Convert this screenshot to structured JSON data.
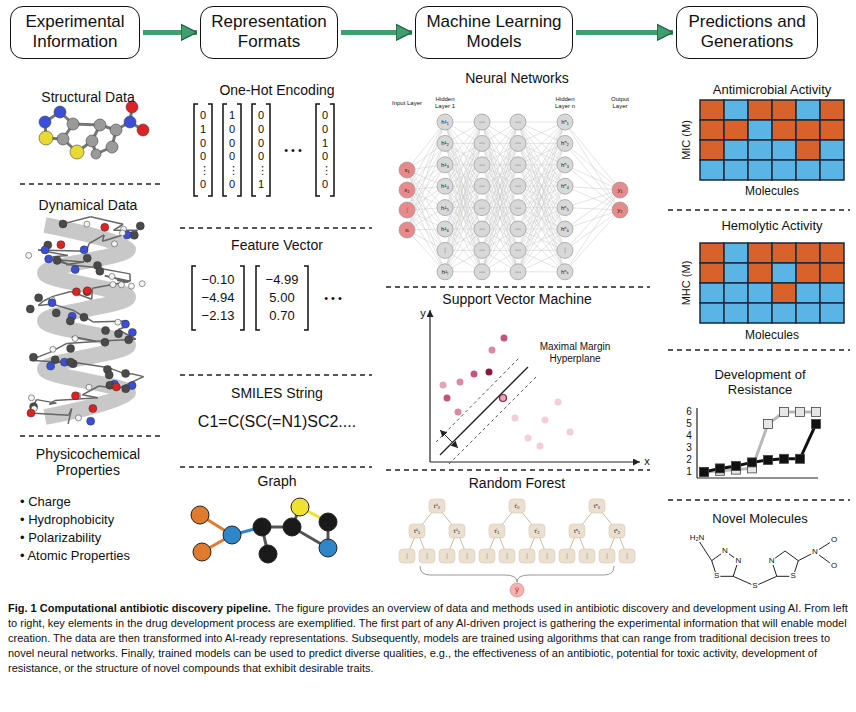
{
  "diagram": {
    "title": "Fig. 1 Computational antibiotic discovery pipeline.",
    "caption": "The figure provides an overview of data and methods used in antibiotic discovery and development using AI. From left to right, key elements in the drug development process are exemplified. The first part of any AI-driven project is gathering the experimental information that will enable model creation. The data are then transformed into AI-ready representations. Subsequently, models are trained using algorithms that can range from traditional decision trees to novel neural networks. Finally, trained models can be used to predict diverse qualities, e.g., the effectiveness of an antibiotic, potential for toxic activity, development of resistance, or the structure of novel compounds that exhibit desirable traits.",
    "nodes": [
      {
        "text": [
          "Experimental Information"
        ]
      },
      {
        "text": [
          "Representation Formats"
        ]
      },
      {
        "text": [
          "Machine Learning Models"
        ]
      },
      {
        "text": [
          "Predictions and Generations"
        ]
      }
    ],
    "edges": [
      {
        "from": 0,
        "to": 1,
        "arrow": "to"
      },
      {
        "from": 1,
        "to": 2,
        "arrow": "to"
      },
      {
        "from": 2,
        "to": 3,
        "arrow": "to"
      }
    ],
    "labels": [
      "Structural Data",
      "Dynamical Data",
      "Physicochemical Properties",
      "• Charge",
      "• Hydrophobicity",
      "• Polarizability",
      "• Atomic Properties",
      "One-Hot Encoding",
      "0 1 0 0 ⋮ 0",
      "1 0 0 0 ⋮ 0",
      "0 0 0 0 ⋮ 1",
      "• • •",
      "0 0 1 0 ⋮ 0",
      "Feature Vector",
      "−0.10 −4.94 −2.13",
      "−4.99 5.00 0.70",
      "• • •",
      "SMILES String",
      "C1=C(SC(=N1)SC2....",
      "Graph",
      "Neural Networks",
      "Input Layer",
      "Hidden Layer 1",
      "Hidden Layer n",
      "Output Layer",
      "x₁",
      "x₂",
      "⋮",
      "xᵢ",
      "h¹₁",
      "h¹₂",
      "h¹₃",
      "h¹₄",
      "h¹₅",
      "h¹₆",
      "⋮",
      "h¹ⱼ",
      "⋯",
      "⋯",
      "⋯",
      "⋯",
      "⋯",
      "⋯",
      "⋯",
      "⋯",
      "⋯",
      "⋯",
      "⋯",
      "⋯",
      "⋯",
      "⋯",
      "⋯",
      "⋯",
      "hⁿ₁",
      "hⁿ₂",
      "hⁿ₃",
      "hⁿ₄",
      "hⁿ₅",
      "hⁿ₆",
      "⋮",
      "hⁿₖ",
      "y₁",
      "y₂",
      "Support Vector Machine",
      "y",
      "x",
      "Maximal Margin Hyperplane",
      "Random Forest",
      "t⁰₀",
      "t⁰₁",
      "t⁰₂",
      "⋮",
      "⋮",
      "⋮",
      "⋮",
      "tⁱ₀",
      "tⁱ₁",
      "tⁱ₂",
      "⋮",
      "⋮",
      "⋮",
      "⋮",
      "tⁿ₀",
      "tⁿ₁",
      "tⁿ₂",
      "⋮",
      "⋮",
      "⋮",
      "⋮",
      "ŷ",
      "Antimicrobial Activity",
      "MIC (M)",
      "Molecules",
      "Hemolytic Activity",
      "MHC (M)",
      "Molecules",
      "Development of Resistance",
      "6",
      "5",
      "4",
      "3",
      "2",
      "1",
      "Novel Molecules",
      "H₂N",
      "N",
      "N",
      "S",
      "S",
      "N",
      "S",
      "N",
      "O",
      "O"
    ]
  }
}
